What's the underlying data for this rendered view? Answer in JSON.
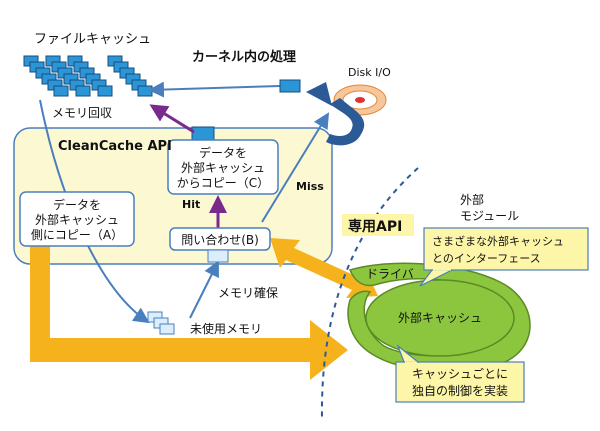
{
  "labels": {
    "file_cache": "ファイルキャッシュ",
    "kernel_processing": "カーネル内の処理",
    "disk_io": "Disk I/O",
    "memory_reclaim": "メモリ回収",
    "cleancache_api": "CleanCache API",
    "copy_c": [
      "データを",
      "外部キャッシュ",
      "からコピー（C）"
    ],
    "copy_a": [
      "データを",
      "外部キャッシュ",
      "側にコピー（A）"
    ],
    "hit": "Hit",
    "miss": "Miss",
    "query_b": "問い合わせ(B)",
    "memory_secure": "メモリ確保",
    "unused_memory": "未使用メモリ",
    "dedicated_api": "専用API",
    "external_module": [
      "外部",
      "モジュール"
    ],
    "interface_note": [
      "さまざまな外部キャッシュ",
      "とのインターフェース"
    ],
    "driver": "ドライバ",
    "external_cache": "外部キャッシュ",
    "control_note": [
      "キャッシュごとに",
      "独自の制御を実装"
    ]
  },
  "colors": {
    "cache_block": "#2b95d6",
    "api_box": "#fbf8d2",
    "orange_arrow": "#f5b21c",
    "purple_arrow": "#7a2a8c",
    "blue_arrow": "#4a7fbd",
    "green_blob": "#8cc63f",
    "note_box": "#fdf6a8"
  }
}
